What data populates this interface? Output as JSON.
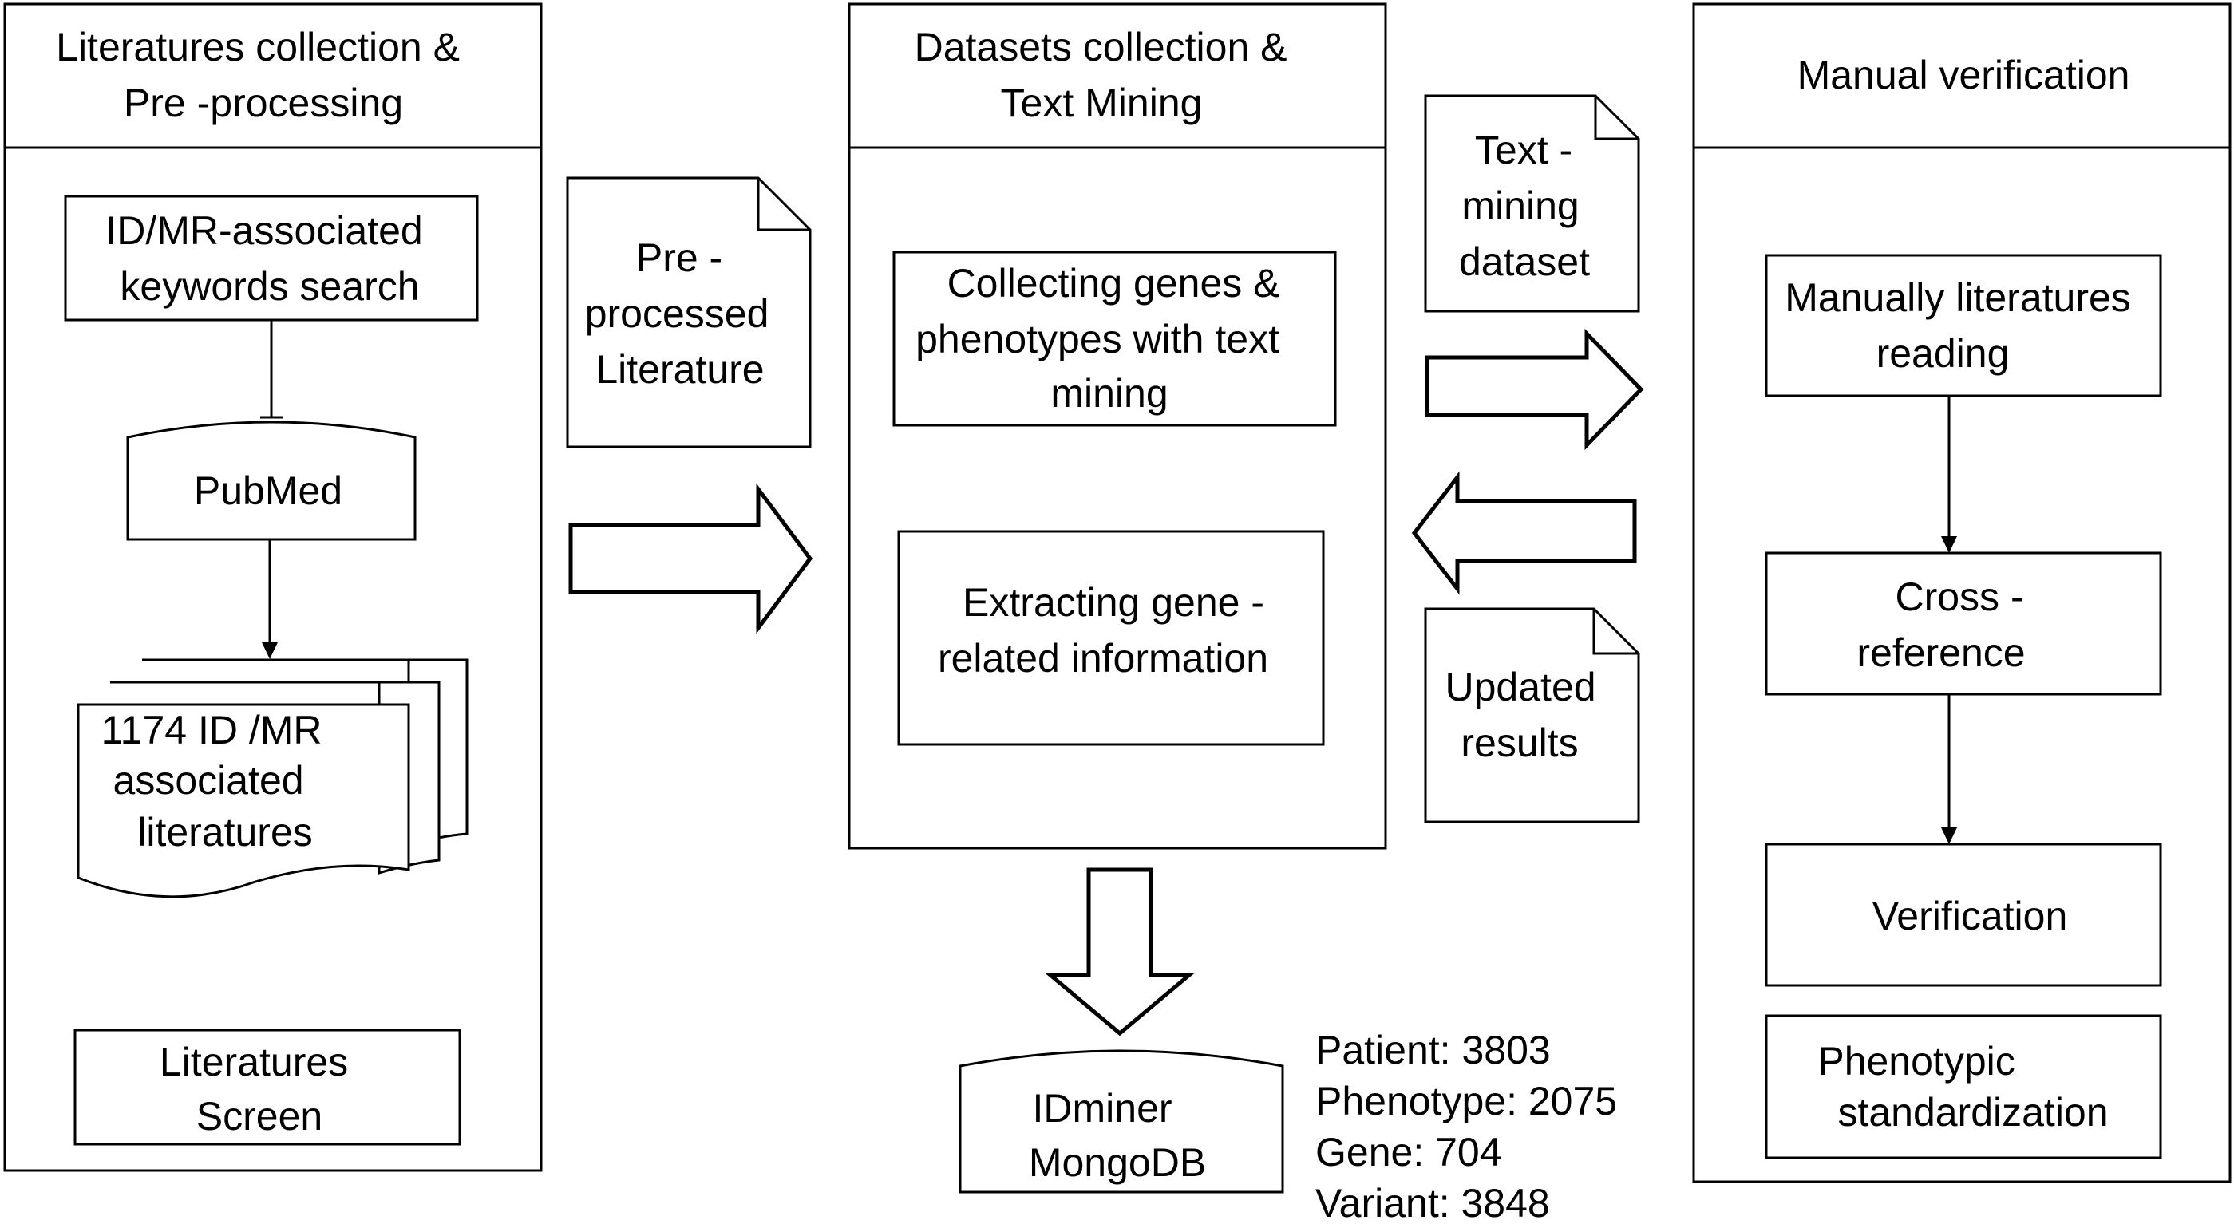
{
  "panels": {
    "literature": {
      "title_lines": [
        "Literatures collection   &",
        "Pre -processing"
      ]
    },
    "datasets": {
      "title_lines": [
        "Datasets collection   &",
        "Text Mining"
      ]
    },
    "verification": {
      "title_lines": [
        "Manual verification"
      ]
    }
  },
  "nodes": {
    "keywords": {
      "lines": [
        "ID/MR-associated",
        "keywords search"
      ]
    },
    "pubmed": {
      "lines": [
        "PubMed"
      ]
    },
    "literatures_docs": {
      "lines": [
        "1174 ID /MR",
        "associated",
        "literatures"
      ]
    },
    "screen": {
      "lines": [
        "Literatures",
        "Screen"
      ]
    },
    "preprocessed": {
      "lines": [
        "Pre -",
        "processed",
        "Literature"
      ]
    },
    "collecting": {
      "lines": [
        "Collecting genes    &",
        "phenotypes with text",
        "mining"
      ]
    },
    "extracting": {
      "lines": [
        "Extracting gene    -",
        "related information"
      ]
    },
    "textmining_dataset": {
      "lines": [
        "Text -",
        "mining",
        "dataset"
      ]
    },
    "updated": {
      "lines": [
        "Updated",
        "results"
      ]
    },
    "manual_reading": {
      "lines": [
        "Manually literatures",
        "reading"
      ]
    },
    "crossref": {
      "lines": [
        "Cross -",
        "reference"
      ]
    },
    "verify": {
      "lines": [
        "Verification"
      ]
    },
    "phenotypic": {
      "lines": [
        "Phenotypic",
        "standardization"
      ]
    },
    "idminer": {
      "lines": [
        "IDminer",
        "MongoDB"
      ]
    }
  },
  "stats": [
    "Patient: 3803",
    "Phenotype:  2075",
    "Gene: 704",
    "Variant: 3848"
  ]
}
